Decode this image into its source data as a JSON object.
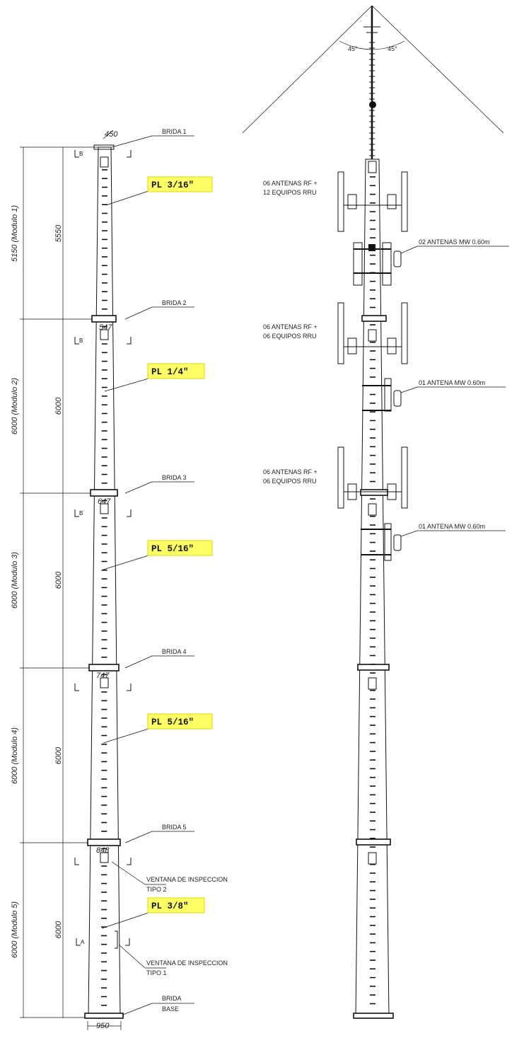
{
  "left_elevation": {
    "top_diameter": "450",
    "base_diameter": "950",
    "module_dims": [
      "5150 (Modulo 1)",
      "6000 (Modulo 2)",
      "6000 (Modulo 3)",
      "6000 (Modulo 4)",
      "6000 (Modulo 5)"
    ],
    "inner_dims": [
      "5550",
      "6000",
      "6000",
      "6000",
      "6000"
    ],
    "flanges": [
      "BRIDA 1",
      "BRIDA 2",
      "BRIDA 3",
      "BRIDA 4",
      "BRIDA 5"
    ],
    "flange_base": [
      "BRIDA",
      "BASE"
    ],
    "flange_diams": [
      "547",
      "647",
      "747",
      "848"
    ],
    "plates": [
      "PL 3/16\"",
      "PL 1/4\"",
      "PL 5/16\"",
      "PL 5/16\"",
      "PL 3/8\""
    ],
    "window_type2": [
      "VENTANA DE INSPECCION",
      "TIPO 2"
    ],
    "window_type1": [
      "VENTANA DE INSPECCION",
      "TIPO 1"
    ],
    "section_marks": [
      "B",
      "B",
      "B",
      "A"
    ],
    "plate_highlight_color": "#ffff66"
  },
  "right_elevation": {
    "antenna_groups": [
      [
        "06 ANTENAS RF +",
        "12 EQUIPOS RRU"
      ],
      [
        "06 ANTENAS RF +",
        "06 EQUIPOS RRU"
      ],
      [
        "06 ANTENAS RF +",
        "06 EQUIPOS RRU"
      ]
    ],
    "mw_antennas": [
      "02 ANTENAS MW 0.60m",
      "01 ANTENA MW 0.60m",
      "01 ANTENA MW 0.60m"
    ],
    "lightning_angles": [
      "45°",
      "45°"
    ]
  }
}
